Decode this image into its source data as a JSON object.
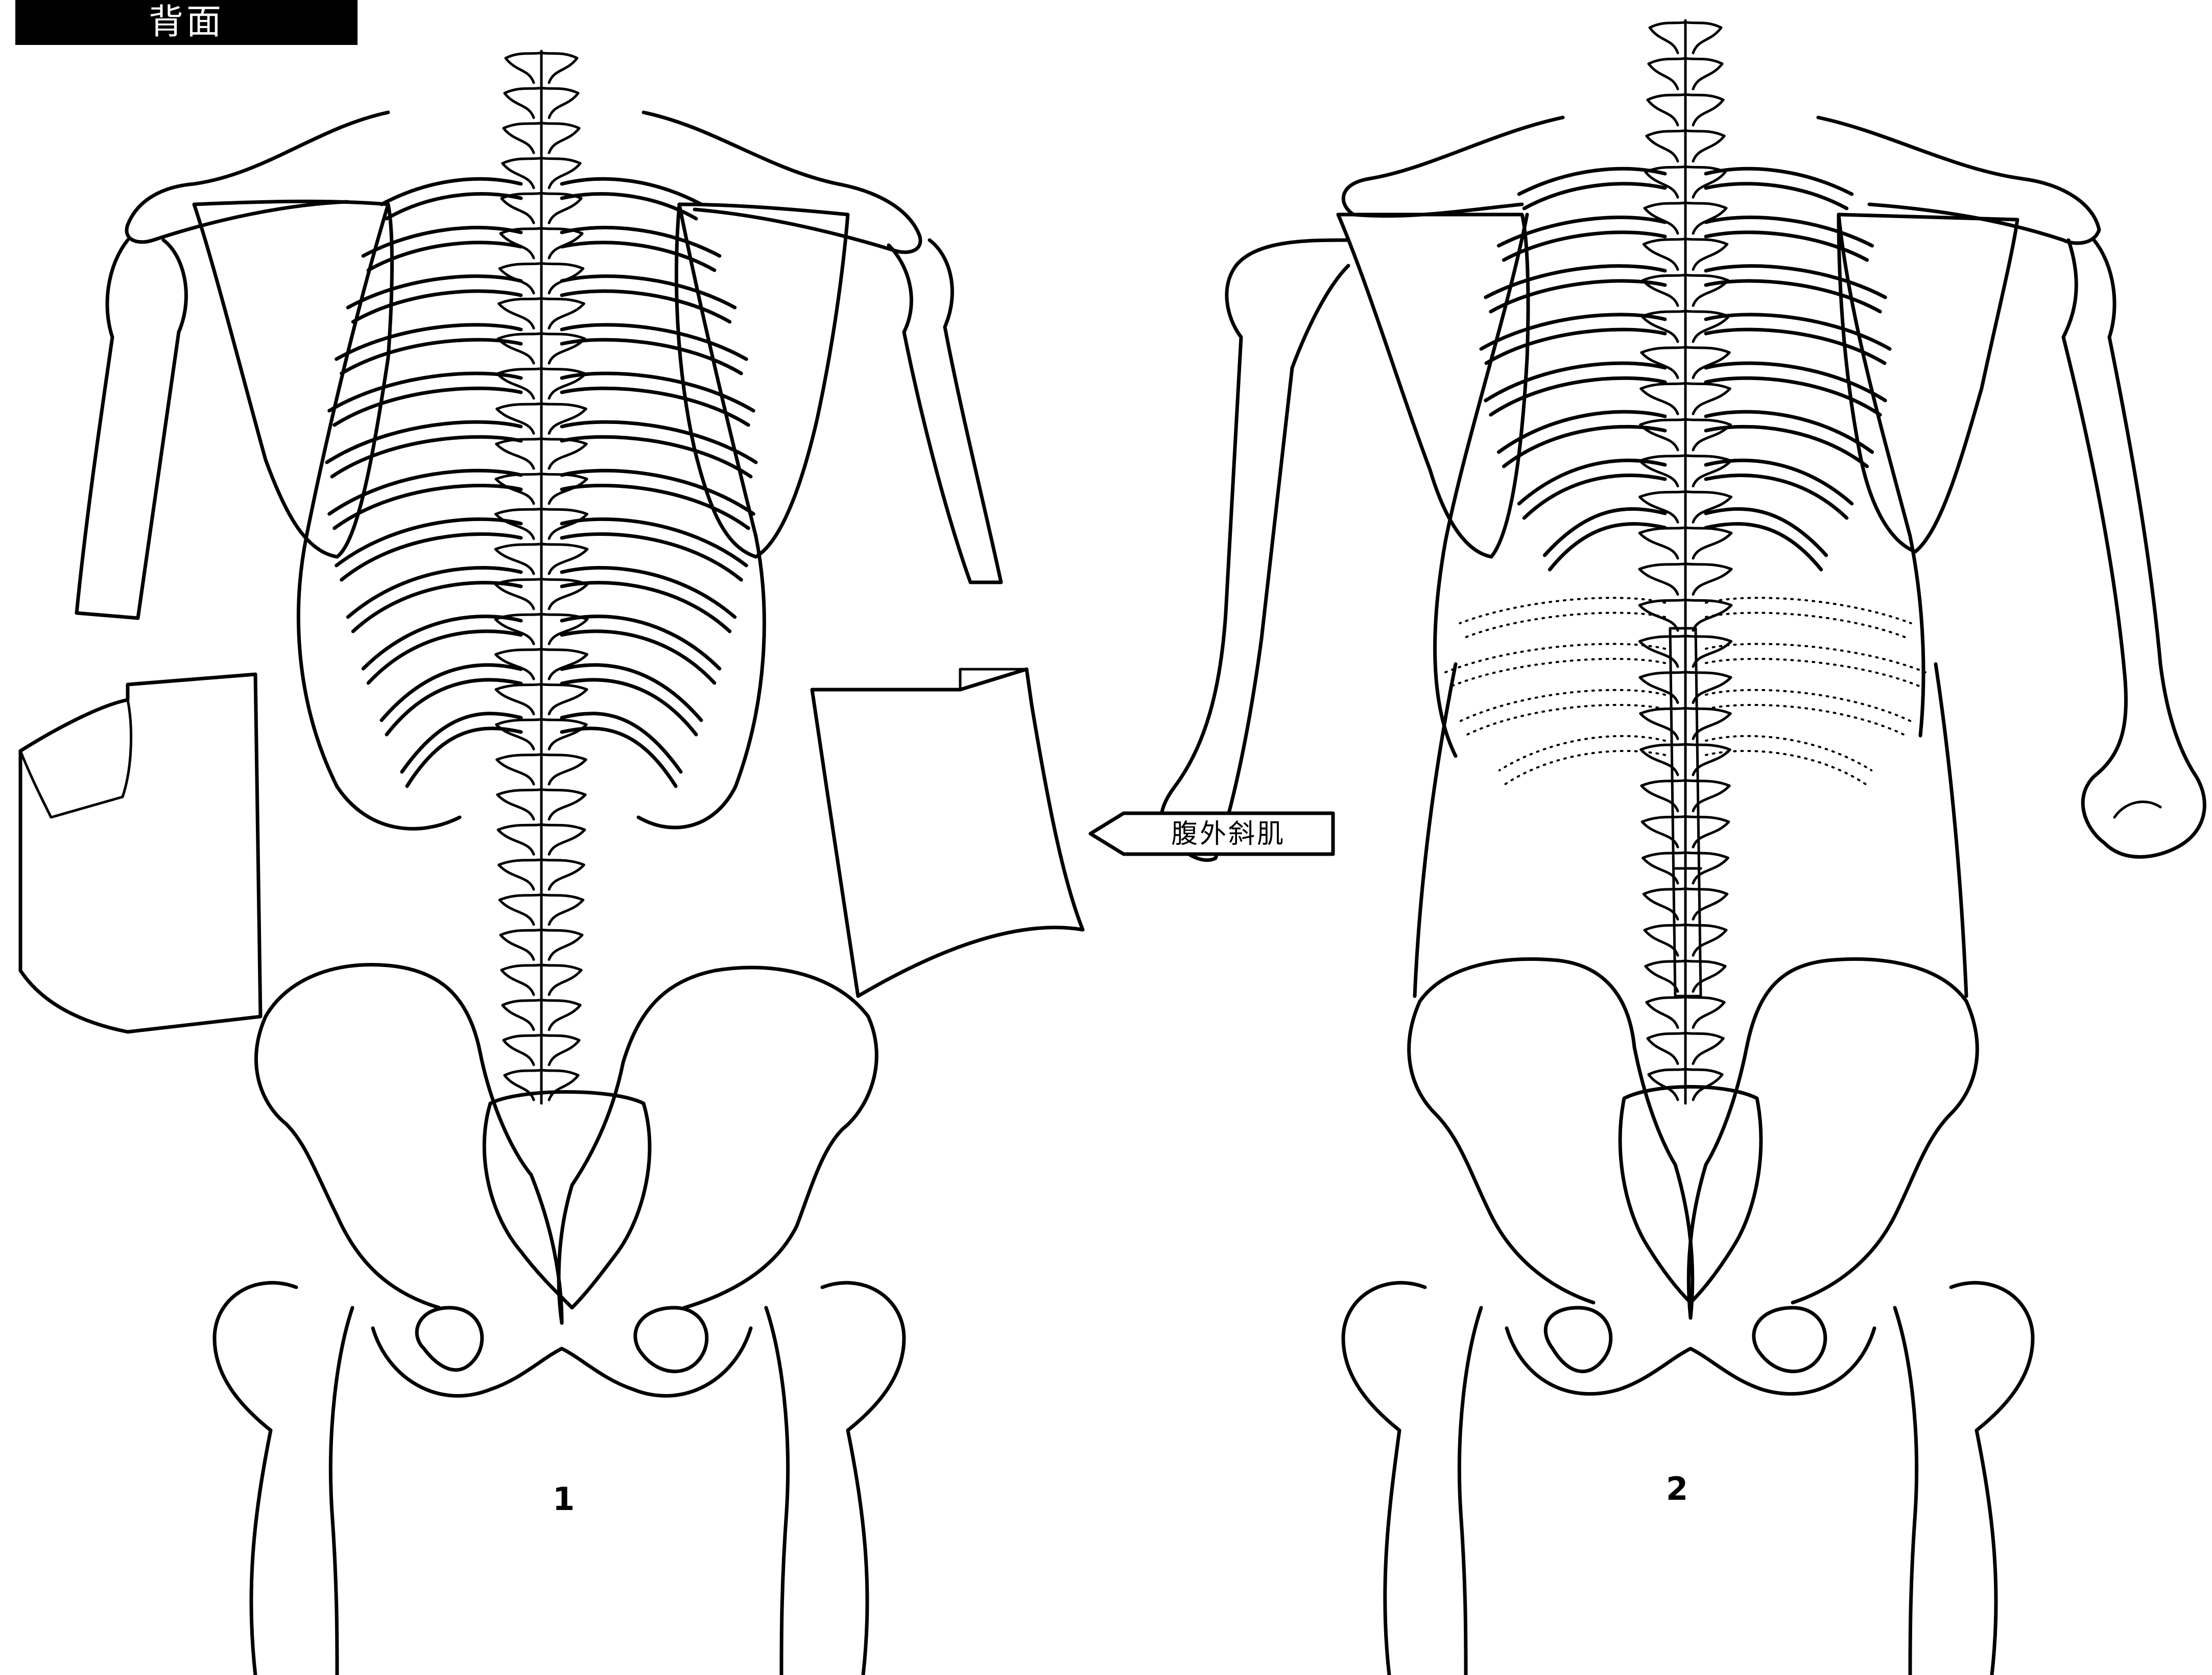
{
  "header": {
    "tag": "背面"
  },
  "callout": {
    "label": "腹外斜肌"
  },
  "figures": [
    {
      "number": "1"
    },
    {
      "number": "2"
    }
  ]
}
